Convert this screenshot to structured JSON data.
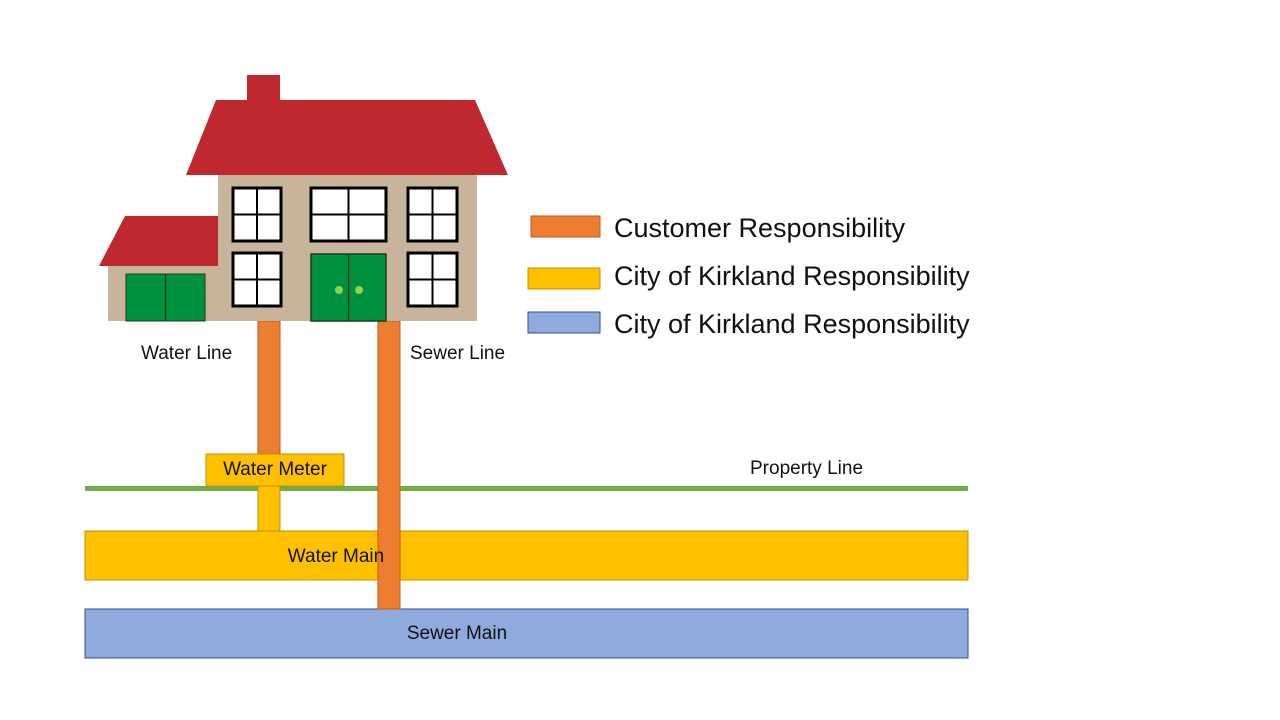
{
  "legend": {
    "items": [
      {
        "label": "Customer Responsibility",
        "color": "#ED7D31"
      },
      {
        "label": "City of Kirkland Responsibility",
        "color": "#FFC000"
      },
      {
        "label": "City of Kirkland Responsibility",
        "color": "#8FAADC"
      }
    ]
  },
  "labels": {
    "water_line": "Water Line",
    "sewer_line": "Sewer Line",
    "water_meter": "Water Meter",
    "property_line": "Property Line",
    "water_main": "Water Main",
    "sewer_main": "Sewer Main"
  },
  "colors": {
    "customer": "#ED7D31",
    "city_water": "#FFC000",
    "city_sewer": "#8FAADC",
    "property_line": "#70AD47",
    "roof": "#C0282F",
    "walls": "#C8B49A",
    "doors": "#00913F",
    "door_knob": "#92D050"
  }
}
